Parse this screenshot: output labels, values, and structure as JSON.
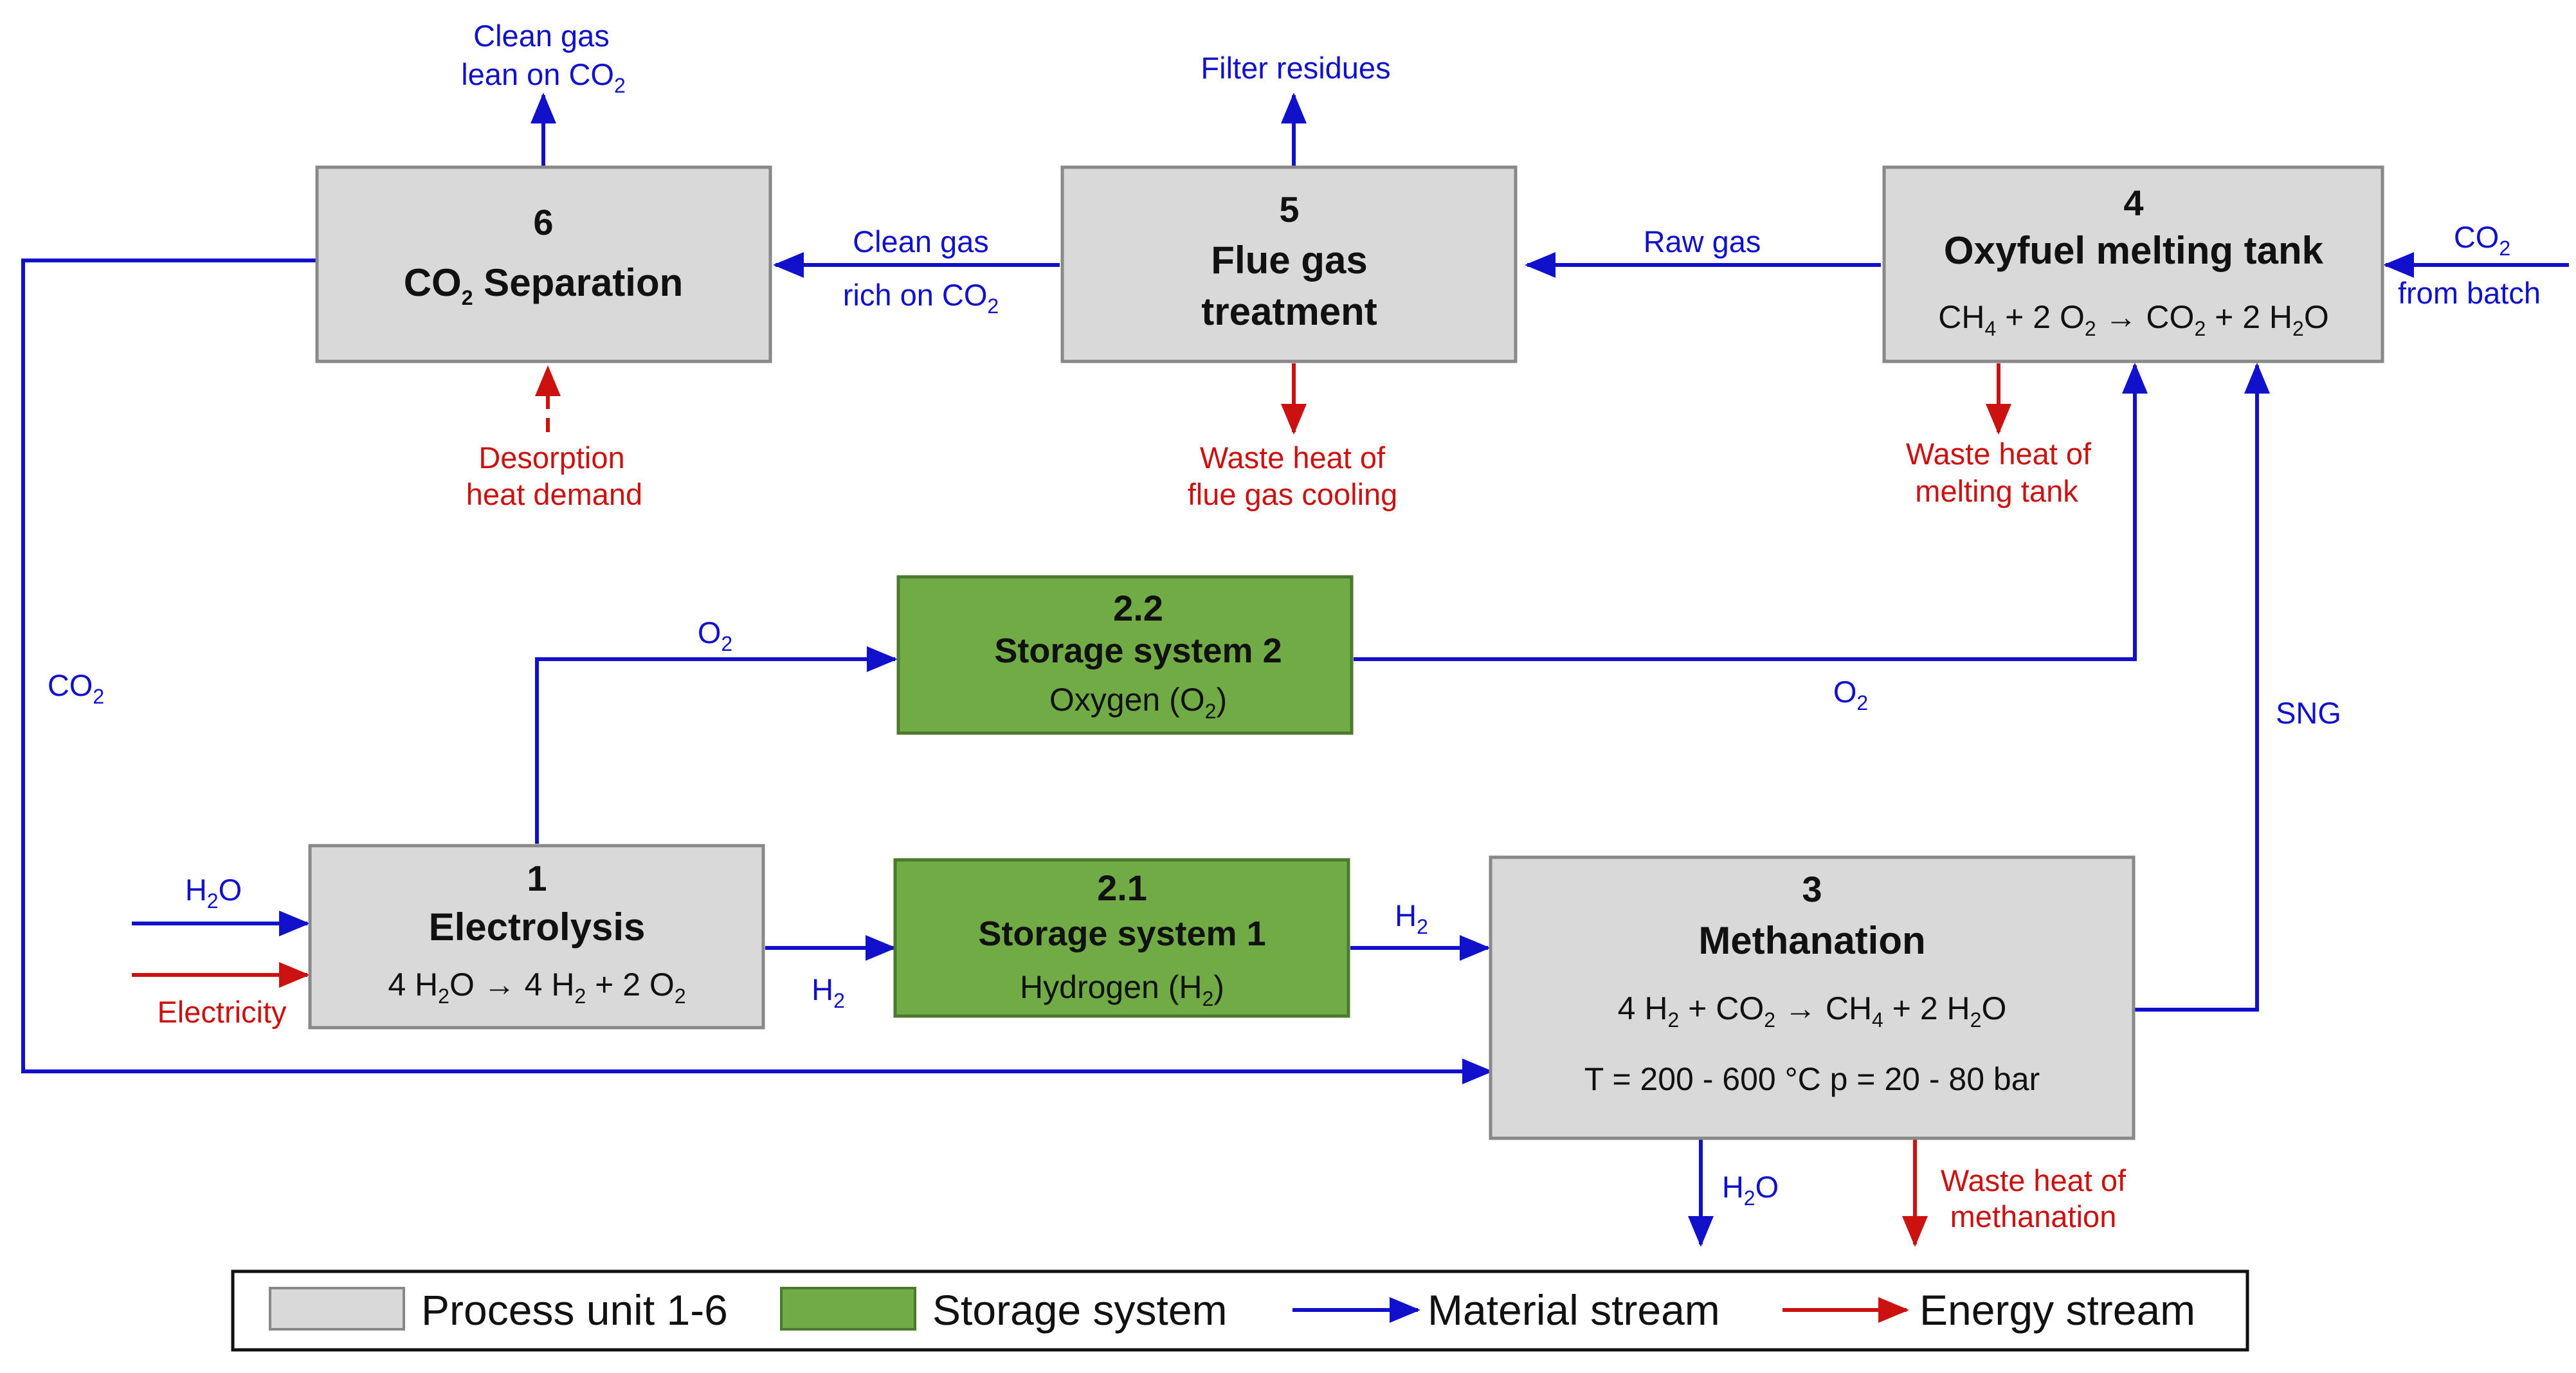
{
  "colors": {
    "material": "#1111cc",
    "energy": "#cc1111",
    "process_fill": "#d9d9d9",
    "process_stroke": "#888888",
    "storage_fill": "#70ab46",
    "storage_stroke": "#4b7a2e"
  },
  "boxes": {
    "b6": {
      "num": "6",
      "title_main": "CO",
      "title_sub": "2",
      "title_rest": " Separation"
    },
    "b5": {
      "num": "5",
      "title1": "Flue gas",
      "title2": "treatment"
    },
    "b4": {
      "num": "4",
      "title": "Oxyfuel melting tank",
      "eq": {
        "a": "CH",
        "a_sub": "4",
        "b": " + 2 O",
        "b_sub": "2",
        "c": " → CO",
        "c_sub": "2",
        "d": "  + 2 H",
        "d_sub": "2",
        "e": "O"
      }
    },
    "b22": {
      "num": "2.2",
      "title": "Storage system 2",
      "sub_a": "Oxygen (O",
      "sub_sub": "2",
      "sub_b": ")"
    },
    "b21": {
      "num": "2.1",
      "title": "Storage system 1",
      "sub_a": "Hydrogen (H",
      "sub_sub": "2",
      "sub_b": ")"
    },
    "b1": {
      "num": "1",
      "title": "Electrolysis",
      "eq": {
        "a": "4 H",
        "a_sub": "2",
        "b": "O → 4 H",
        "b_sub": "2",
        "c": "  + 2 O",
        "c_sub": "2"
      }
    },
    "b3": {
      "num": "3",
      "title": "Methanation",
      "eq": {
        "a": "4 H",
        "a_sub": "2",
        "b": " + CO",
        "b_sub": "2",
        "c": " → CH",
        "c_sub": "4",
        "d": "  + 2 H",
        "d_sub": "2",
        "e": "O"
      },
      "cond": "T = 200 - 600 °C    p = 20 - 80 bar"
    }
  },
  "labels": {
    "clean_gas_lean_1": "Clean gas",
    "clean_gas_lean_2a": "lean on CO",
    "clean_gas_lean_2sub": "2",
    "filter_residues": "Filter residues",
    "clean_gas_rich_1": "Clean gas",
    "clean_gas_rich_2a": "rich on CO",
    "clean_gas_rich_2sub": "2",
    "raw_gas": "Raw gas",
    "co2_batch_a": "CO",
    "co2_batch_sub": "2",
    "co2_batch_2": "from batch",
    "desorption_1": "Desorption",
    "desorption_2": "heat demand",
    "waste_flue_1": "Waste heat of",
    "waste_flue_2": "flue gas cooling",
    "waste_melt_1": "Waste heat of",
    "waste_melt_2": "melting tank",
    "o2_top_a": "O",
    "o2_top_sub": "2",
    "o2_right_a": "O",
    "o2_right_sub": "2",
    "co2_left_a": "CO",
    "co2_left_sub": "2",
    "sng": "SNG",
    "h2o_in_a": "H",
    "h2o_in_sub": "2",
    "h2o_in_b": "O",
    "electricity": "Electricity",
    "h2_low_a": "H",
    "h2_low_sub": "2",
    "h2_right_a": "H",
    "h2_right_sub": "2",
    "h2o_out_a": "H",
    "h2o_out_sub": "2",
    "h2o_out_b": "O",
    "waste_meth_1": "Waste heat of",
    "waste_meth_2": "methanation"
  },
  "legend": {
    "process": "Process unit 1-6",
    "storage": "Storage system",
    "material": "Material stream",
    "energy": "Energy stream"
  }
}
